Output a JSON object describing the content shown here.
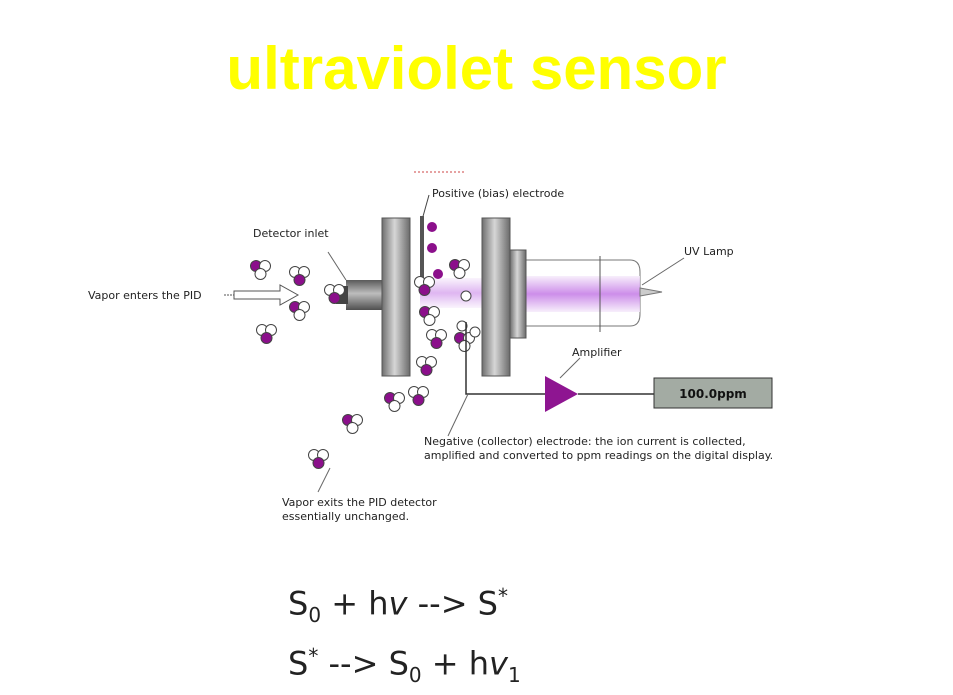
{
  "title": "ultraviolet sensor",
  "labels": {
    "positive_electrode": "Positive (bias) electrode",
    "detector_inlet": "Detector inlet",
    "uv_lamp": "UV Lamp",
    "vapor_enters": "Vapor enters the PID",
    "amplifier": "Amplifier",
    "display_value": "100.0ppm",
    "negative_line1": "Negative (collector) electrode: the ion current is collected,",
    "negative_line2": "amplified and converted to ppm readings on the digital display.",
    "vapor_exits_line1": "Vapor exits the PID detector",
    "vapor_exits_line2": "essentially unchanged."
  },
  "equations": {
    "eq1": {
      "s": "S",
      "sub0": "0",
      "plus": " + h",
      "v": "v",
      "arrow": " --> S",
      "star": "*"
    },
    "eq2": {
      "s": "S",
      "star": "*",
      "arrow": " -->  S",
      "sub0": "0",
      "plus": " + h",
      "v": "v",
      "sub1": "1"
    }
  },
  "colors": {
    "title": "#ffff00",
    "molecule": "#8b0f8b",
    "amplifier": "#8e1591",
    "lamp_glow": "#c77ee8",
    "display_bg": "#a3aba3"
  }
}
